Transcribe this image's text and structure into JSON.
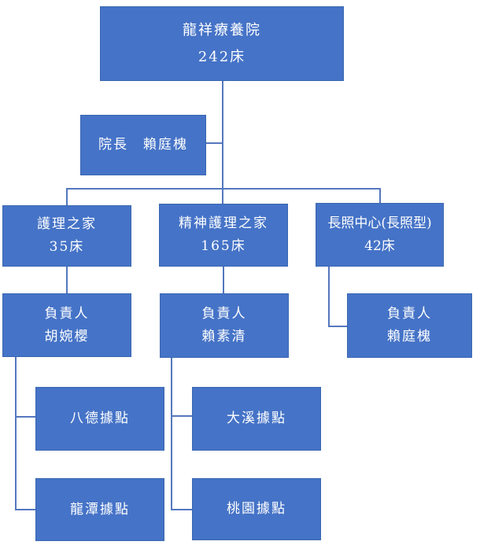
{
  "colors": {
    "box_fill": "#4573C7",
    "box_border": "#3A67B1",
    "line": "#5577BE",
    "text": "#FFFFFF"
  },
  "nodes": {
    "root": {
      "line1": "龍祥療養院",
      "line2": "242床"
    },
    "director": {
      "line1": "院長　賴庭槐"
    },
    "branch_nursing": {
      "line1": "護理之家",
      "line2": "35床"
    },
    "branch_psych": {
      "line1": "精神護理之家",
      "line2": "165床"
    },
    "branch_ltc": {
      "line1": "長照中心(長照型)",
      "line2": "42床"
    },
    "mgr_nursing": {
      "line1": "負責人",
      "line2": "胡婉櫻"
    },
    "mgr_psych": {
      "line1": "負責人",
      "line2": "賴素清"
    },
    "mgr_ltc": {
      "line1": "負責人",
      "line2": "賴庭槐"
    },
    "site_bade": {
      "line1": "八德據點"
    },
    "site_longtan": {
      "line1": "龍潭據點"
    },
    "site_daxi": {
      "line1": "大溪據點"
    },
    "site_taoyuan": {
      "line1": "桃園據點"
    }
  },
  "chart_data": {
    "type": "table",
    "title": "",
    "hierarchy": {
      "label": "龍祥療養院 242床",
      "director": "院長 賴庭槐",
      "children": [
        {
          "label": "護理之家 35床",
          "manager": "負責人 胡婉櫻",
          "sites": [
            "八德據點",
            "龍潭據點"
          ]
        },
        {
          "label": "精神護理之家 165床",
          "manager": "負責人 賴素清",
          "sites": [
            "大溪據點",
            "桃園據點"
          ]
        },
        {
          "label": "長照中心(長照型) 42床",
          "manager": "負責人 賴庭槐",
          "sites": []
        }
      ]
    }
  }
}
